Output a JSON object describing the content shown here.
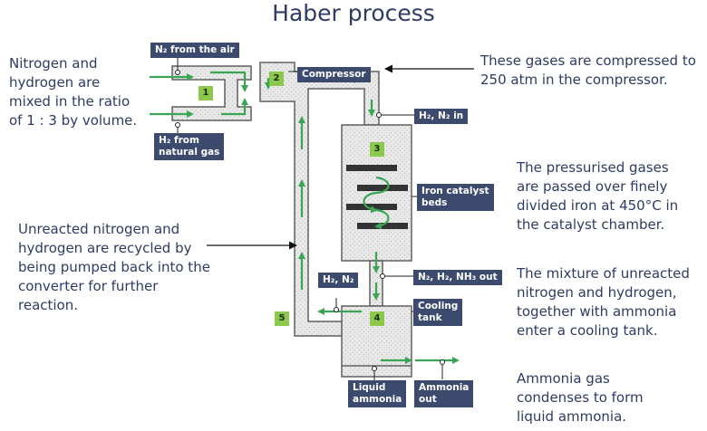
{
  "title": "Haber process",
  "notes": {
    "mixing": [
      "Nitrogen and",
      "hydrogen are",
      "mixed in the ratio",
      "of 1 : 3 by volume."
    ],
    "compression": [
      "These gases are compressed to",
      "250 atm in the compressor."
    ],
    "recycle": [
      "Unreacted nitrogen and",
      "hydrogen are recycled by",
      "being pumped back into the",
      " converter for further",
      "reaction."
    ],
    "catalyst": [
      "The pressurised gases",
      "are passed over finely",
      "divided iron at 450°C in",
      "the catalyst chamber."
    ],
    "cooling": [
      "The mixture of unreacted",
      " nitrogen and hydrogen,",
      "together with ammonia",
      "enter a cooling tank."
    ],
    "condense": [
      "Ammonia gas",
      "condenses to form",
      "liquid ammonia."
    ]
  },
  "labels": {
    "n2_source": "N₂ from the air",
    "h2_source": [
      "H₂ from",
      "natural gas"
    ],
    "compressor": "Compressor",
    "inlet": "H₂, N₂ in",
    "catalyst": [
      "Iron catalyst",
      "beds"
    ],
    "outlet": "N₂, H₂, NH₃ out",
    "recycle_gas": "H₂, N₂",
    "cooling": [
      "Cooling",
      "tank"
    ],
    "liquid": [
      "Liquid",
      "ammonia"
    ],
    "ammonia_out": [
      "Ammonia",
      "out"
    ]
  },
  "steps": [
    "1",
    "2",
    "3",
    "4",
    "5"
  ],
  "colors": {
    "text": "#2f3b63",
    "label_bg": "#3c4a6e",
    "step_bg": "#8cc84b",
    "flow_arrow": "#3aa655",
    "pipe_outline": "#606060",
    "pipe_fill": "#e6e6e6",
    "catalyst_bed": "#333333"
  }
}
